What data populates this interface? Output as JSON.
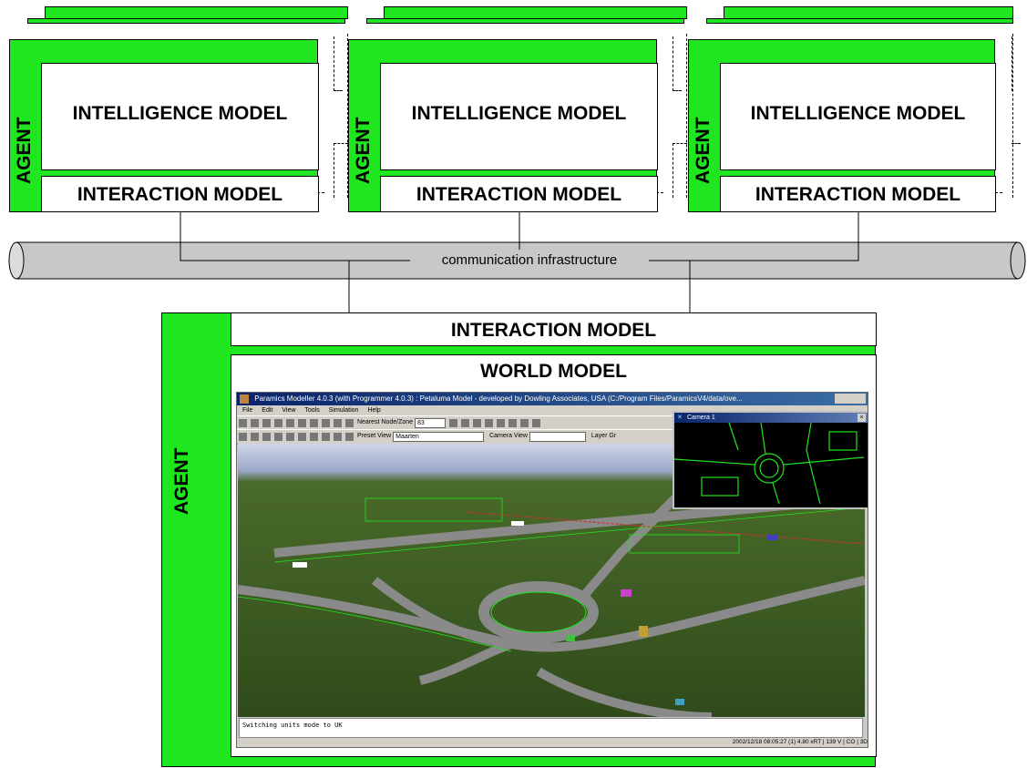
{
  "agents": [
    {
      "agent_label": "AGENT",
      "intelligence_label": "INTELLIGENCE MODEL",
      "interaction_label": "INTERACTION MODEL"
    },
    {
      "agent_label": "AGENT",
      "intelligence_label": "INTELLIGENCE MODEL",
      "interaction_label": "INTERACTION MODEL"
    },
    {
      "agent_label": "AGENT",
      "intelligence_label": "INTELLIGENCE MODEL",
      "interaction_label": "INTERACTION MODEL"
    }
  ],
  "infrastructure": {
    "label": "communication infrastructure"
  },
  "world_agent": {
    "agent_label": "AGENT",
    "interaction_label": "INTERACTION MODEL",
    "world_label": "WORLD MODEL"
  },
  "simulator": {
    "title": "Paramics Modeller 4.0.3 (with Programmer 4.0.3) : Petaluma Model - developed by Dowling Associates, USA (C:/Program Files/ParamicsV4/data/ove...",
    "menu": [
      "File",
      "Edit",
      "View",
      "Tools",
      "Simulation",
      "Help"
    ],
    "nearest_label": "Nearest Node/Zone",
    "nearest_value": "83",
    "preset_label": "Preset View",
    "preset_value": "Maarten",
    "camera_view_label": "Camera View",
    "layer_label": "Layer Gr",
    "camera_window_title": "Camera 1",
    "console_text": "Switching units mode to UK",
    "status_text": "2002/12/18 08:05:27 (1)    4.80 xRT  |  139 V | CO | 3D"
  },
  "colors": {
    "agent_green": "#1fe61f",
    "pipe_grey": "#c8c8c8",
    "road_grey": "#8a8a8a",
    "grass": "#3c5a22"
  }
}
